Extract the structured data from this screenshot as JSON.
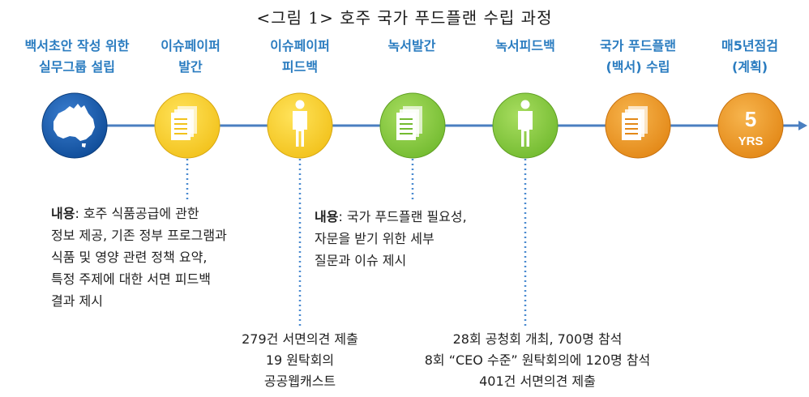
{
  "title": "<그림 1>  호주 국가 푸드플랜 수립 과정",
  "stages": [
    {
      "line1": "백서초안 작성 위한",
      "line2": "실무그룹 설립",
      "icon": "australia-map-icon",
      "color": "#1f5fa8"
    },
    {
      "line1": "이슈페이퍼",
      "line2": "발간",
      "icon": "document-icon",
      "color": "#f6cc2c"
    },
    {
      "line1": "이슈페이퍼",
      "line2": "피드백",
      "icon": "person-icon",
      "color": "#f6cc2c"
    },
    {
      "line1": "녹서발간",
      "line2": "",
      "icon": "document-icon",
      "color": "#8ccc44"
    },
    {
      "line1": "녹서피드백",
      "line2": "",
      "icon": "person-icon",
      "color": "#8ccc44"
    },
    {
      "line1": "국가 푸드플랜",
      "line2": "(백서) 수립",
      "icon": "document-icon",
      "color": "#ee9a2c"
    },
    {
      "line1": "매5년점검",
      "line2": "(계획)",
      "icon": "five-years-icon",
      "color": "#f29a1e",
      "badge_number": "5",
      "badge_text": "YRS"
    }
  ],
  "content1": {
    "key": "내용",
    "lines": [
      ": 호주 식품공급에 관한",
      "정보 제공, 기존 정부 프로그램과",
      "식품 및 영양 관련 정책 요약,",
      "특정 주제에 대한 서면 피드백",
      "결과 제시"
    ]
  },
  "content2": {
    "key": "내용",
    "lines": [
      ": 국가 푸드플랜 필요성,",
      "자문을 받기 위한 세부",
      "질문과 이슈 제시"
    ]
  },
  "stats1": [
    "279건 서면의견 제출",
    "19 원탁회의",
    "공공웹캐스트"
  ],
  "stats2": [
    "28회 공청회 개최, 700명 참석",
    "8회 “CEO 수준” 원탁회의에 120명 참석",
    "401건 서면의견 제출"
  ],
  "colors": {
    "stage_label": "#2a7cc0",
    "line": "#4a7fc0",
    "dotted": "#4a8ad0"
  }
}
